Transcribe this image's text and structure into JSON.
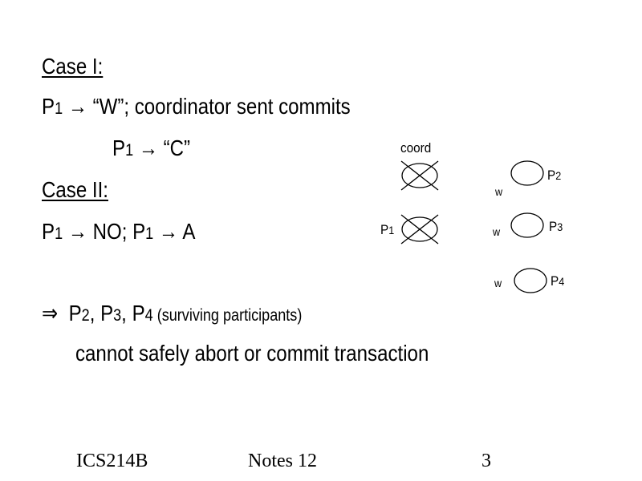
{
  "content": {
    "case1_heading": "Case I:",
    "line2": {
      "p": "P",
      "p_sub": "1",
      "arrow": " → ",
      "text": "“W”; coordinator sent commits"
    },
    "line3": {
      "p": "P",
      "p_sub": "1",
      "arrow": " → ",
      "text": "“C”"
    },
    "case2_heading": "Case II:",
    "line5": {
      "p1": "P",
      "p1_sub": "1",
      "arrow1": " →  ",
      "text1": "NO; P",
      "p2_sub": "1",
      "arrow2": " → ",
      "text2": "A"
    },
    "line6": {
      "implies": "⇒",
      "p2": "P",
      "p2_sub": "2",
      "sep1": ", P",
      "p3_sub": "3",
      "sep2": ", P",
      "p4_sub": "4",
      "note": " (surviving participants)"
    },
    "line7": "cannot safely abort or commit transaction"
  },
  "diagram": {
    "coord_label": "coord",
    "p1_label": "P",
    "p1_sub": "1",
    "participants": [
      {
        "name": "P",
        "sub": "2",
        "state": "w"
      },
      {
        "name": "P",
        "sub": "3",
        "state": "w"
      },
      {
        "name": "P",
        "sub": "4",
        "state": "w"
      }
    ]
  },
  "footer": {
    "course": "ICS214B",
    "notes": "Notes 12",
    "page": "3"
  }
}
